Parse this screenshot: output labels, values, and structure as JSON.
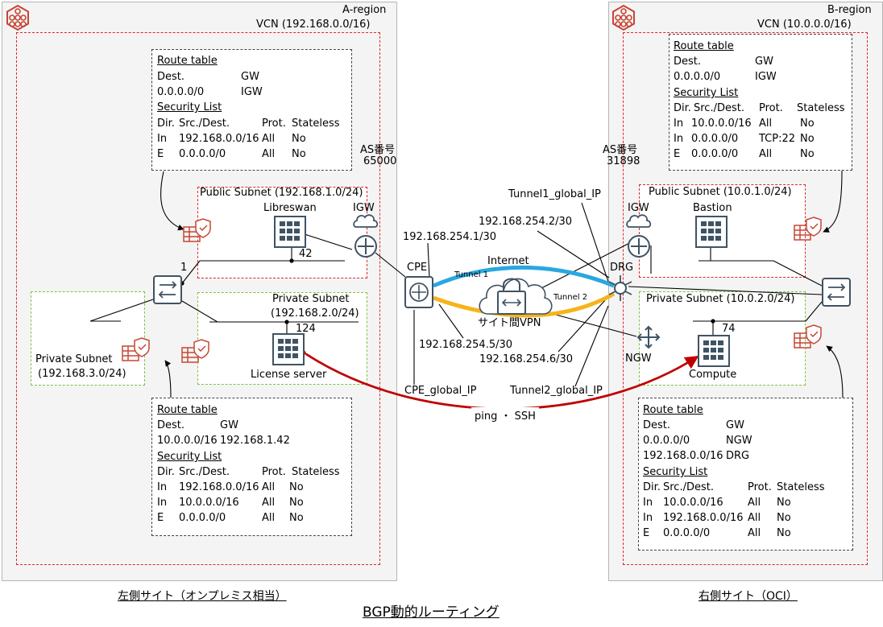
{
  "regions": {
    "a": {
      "label": "A-region"
    },
    "b": {
      "label": "B-region"
    }
  },
  "vcn": {
    "left": "VCN (192.168.0.0/16)",
    "right": "VCN (10.0.0.0/16)"
  },
  "subnets": {
    "left_public": "Public Subnet (192.168.1.0/24)",
    "left_private_line1": "Private Subnet",
    "left_private_line2": "(192.168.2.0/24)",
    "left_private3_line1": "Private Subnet",
    "left_private3_line2": "(192.168.3.0/24)",
    "right_public": "Public Subnet (10.0.1.0/24)",
    "right_private": "Private Subnet (10.0.2.0/24)"
  },
  "tables": {
    "left_top": {
      "route_title": "Route table",
      "route_header": [
        "Dest.",
        "GW"
      ],
      "route_rows": [
        [
          "0.0.0.0/0",
          "IGW"
        ]
      ],
      "sec_title": "Security List",
      "sec_header": [
        "Dir.",
        "Src./Dest.",
        "Prot.",
        "Stateless"
      ],
      "sec_rows": [
        [
          "In",
          "192.168.0.0/16",
          "All",
          "No"
        ],
        [
          "E",
          "0.0.0.0/0",
          "All",
          "No"
        ]
      ]
    },
    "left_bottom": {
      "route_title": "Route table",
      "route_header": [
        "Dest.",
        "GW"
      ],
      "route_rows": [
        [
          "10.0.0.0/16",
          "192.168.1.42"
        ]
      ],
      "sec_title": "Security List",
      "sec_header": [
        "Dir.",
        "Src./Dest.",
        "Prot.",
        "Stateless"
      ],
      "sec_rows": [
        [
          "In",
          "192.168.0.0/16",
          "All",
          "No"
        ],
        [
          "In",
          "10.0.0.0/16",
          "All",
          "No"
        ],
        [
          "E",
          "0.0.0.0/0",
          "All",
          "No"
        ]
      ]
    },
    "right_top": {
      "route_title": "Route table",
      "route_header": [
        "Dest.",
        "GW"
      ],
      "route_rows": [
        [
          "0.0.0.0/0",
          "IGW"
        ]
      ],
      "sec_title": "Security List",
      "sec_header": [
        "Dir.",
        "Src./Dest.",
        "Prot.",
        "Stateless"
      ],
      "sec_rows": [
        [
          "In",
          "10.0.0.0/16",
          "All",
          "No"
        ],
        [
          "In",
          "0.0.0.0/0",
          "TCP:22",
          "No"
        ],
        [
          "E",
          "0.0.0.0/0",
          "All",
          "No"
        ]
      ]
    },
    "right_bottom": {
      "route_title": "Route table",
      "route_header": [
        "Dest.",
        "GW"
      ],
      "route_rows": [
        [
          "0.0.0.0/0",
          "NGW"
        ],
        [
          "192.168.0.0/16",
          "DRG"
        ]
      ],
      "sec_title": "Security List",
      "sec_header": [
        "Dir.",
        "Src./Dest.",
        "Prot.",
        "Stateless"
      ],
      "sec_rows": [
        [
          "In",
          "10.0.0.0/16",
          "All",
          "No"
        ],
        [
          "In",
          "192.168.0.0/16",
          "All",
          "No"
        ],
        [
          "E",
          "0.0.0.0/0",
          "All",
          "No"
        ]
      ]
    }
  },
  "as": {
    "left_label": "AS番号",
    "left_value": "65000",
    "right_label": "AS番号",
    "right_value": "31898"
  },
  "nodes": {
    "libreswan": "Libreswan",
    "libreswan_octet": "42",
    "igw_left": "IGW",
    "switch_left_octet": "1",
    "license_server": "License server",
    "license_octet": "124",
    "cpe": "CPE",
    "internet": "Internet",
    "vpn": "サイト間VPN",
    "tunnel1": "Tunnel 1",
    "tunnel2": "Tunnel 2",
    "drg": "DRG",
    "igw_right": "IGW",
    "bastion": "Bastion",
    "ngw": "NGW",
    "compute": "Compute",
    "compute_octet": "74"
  },
  "ips": {
    "tunnel1_global": "Tunnel1_global_IP",
    "ip_254_2": "192.168.254.2/30",
    "ip_254_1": "192.168.254.1/30",
    "ip_254_5": "192.168.254.5/30",
    "ip_254_6": "192.168.254.6/30",
    "cpe_global": "CPE_global_IP",
    "tunnel2_global": "Tunnel2_global_IP"
  },
  "traffic_label": "ping ・ SSH",
  "footer": {
    "left": "左側サイト（オンプレミス相当）",
    "right": "右側サイト（OCI）",
    "title": "BGP動的ルーティング"
  },
  "colors": {
    "subnet_public": "#e0262a",
    "subnet_private": "#7cc142",
    "oci_icon": "#c74634",
    "network_icon": "#3f5363",
    "tunnel1": "#29a8e0",
    "tunnel2": "#f6b41a",
    "traffic": "#c00000"
  }
}
